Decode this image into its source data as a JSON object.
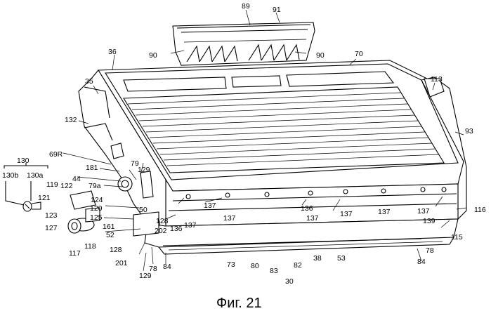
{
  "caption": "Фиг. 21",
  "labels": {
    "l89": "89",
    "l91": "91",
    "l36": "36",
    "l90a": "90",
    "l90b": "90",
    "l70": "70",
    "l113": "113",
    "l35": "35",
    "l93": "93",
    "l132": "132",
    "l130": "130",
    "l130b": "130b",
    "l130a": "130a",
    "l69R": "69R",
    "l181": "181",
    "l79": "79",
    "l129a": "129",
    "l44": "44",
    "l79a": "79a",
    "l119": "119",
    "l122": "122",
    "l121": "121",
    "l124": "124",
    "l120": "120",
    "l123": "123",
    "l125": "125",
    "l127": "127",
    "l50": "50",
    "l161": "161",
    "l52": "52",
    "l128a": "128",
    "l202": "202",
    "l136a": "136",
    "l137a": "137",
    "l137b": "137",
    "l136b": "136",
    "l137c": "137",
    "l137d": "137",
    "l137e": "137",
    "l137f": "137",
    "l137g": "137",
    "l139": "139",
    "l116": "116",
    "l115": "115",
    "l117": "117",
    "l118": "118",
    "l128b": "128",
    "l201": "201",
    "l78a": "78",
    "l84a": "84",
    "l129b": "129",
    "l73": "73",
    "l80": "80",
    "l83": "83",
    "l82": "82",
    "l38": "38",
    "l53": "53",
    "l78b": "78",
    "l84b": "84",
    "l30": "30"
  }
}
